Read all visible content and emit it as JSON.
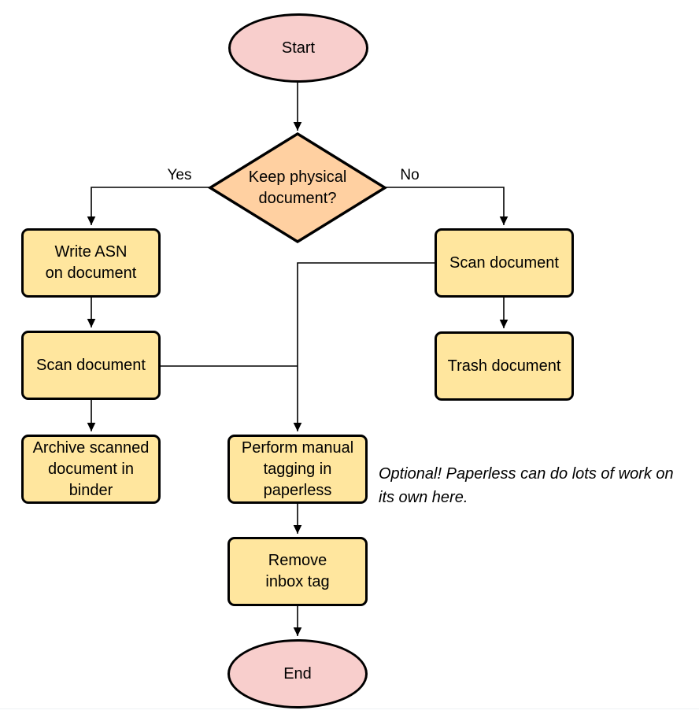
{
  "colors": {
    "terminal_fill": "#F8CECC",
    "decision_fill": "#FFD0A1",
    "process_fill": "#FFE69E",
    "stroke": "#000000",
    "page_edge": "#EEF1F4"
  },
  "nodes": {
    "start": {
      "label": "Start"
    },
    "decision": {
      "label": "Keep physical\ndocument?"
    },
    "write_asn": {
      "label": "Write ASN\non document"
    },
    "scan_left": {
      "label": "Scan document"
    },
    "archive": {
      "label": "Archive scanned\ndocument in\nbinder"
    },
    "scan_right": {
      "label": "Scan document"
    },
    "trash": {
      "label": "Trash document"
    },
    "tagging": {
      "label": "Perform manual\ntagging in\npaperless"
    },
    "remove_inbox": {
      "label": "Remove\ninbox tag"
    },
    "end": {
      "label": "End"
    }
  },
  "edges": {
    "yes_label": "Yes",
    "no_label": "No"
  },
  "annotation": {
    "text": "Optional! Paperless can do lots of work on\nits own here."
  }
}
